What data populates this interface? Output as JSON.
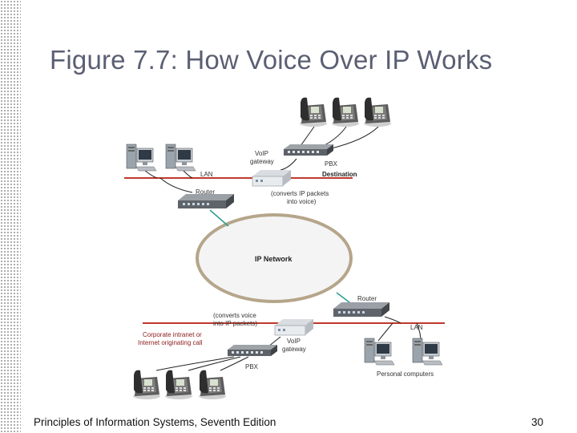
{
  "slide": {
    "title": "Figure 7.7: How Voice Over IP Works",
    "footer_left": "Principles of Information Systems, Seventh Edition",
    "page_number": "30"
  },
  "diagram": {
    "network_label": "IP Network",
    "top": {
      "voip_gateway_line1": "VoIP",
      "voip_gateway_line2": "gateway",
      "pbx": "PBX",
      "destination": "Destination",
      "lan": "LAN",
      "router": "Router",
      "converts_line1": "(converts IP packets",
      "converts_line2": "into voice)"
    },
    "bottom": {
      "router": "Router",
      "lan": "LAN",
      "converts_line1": "(converts voice",
      "converts_line2": "into IP packets)",
      "origin_line1": "Corporate intranet or",
      "origin_line2": "Internet originating call",
      "voip_gateway_line1": "VoIP",
      "voip_gateway_line2": "gateway",
      "pbx": "PBX",
      "personal_computers": "Personal computers"
    },
    "colors": {
      "lan_line": "#c0392b",
      "cable": "#222222",
      "router_link": "#2a9d8f",
      "network_fill": "#f4f4f4",
      "network_border": "#b5a58a"
    }
  }
}
